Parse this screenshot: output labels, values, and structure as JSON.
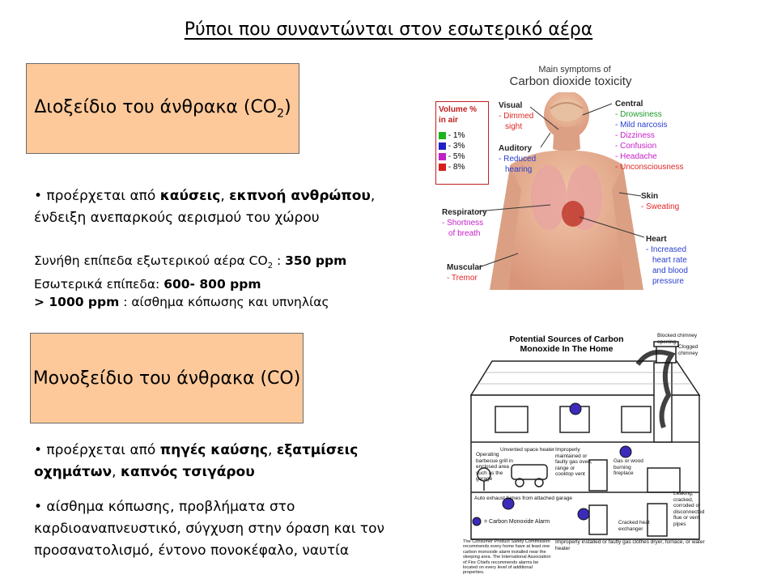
{
  "slide": {
    "title": "Ρύποι που συναντώνται στον εσωτερικό αέρα",
    "co2": {
      "box_label_prefix": "Διοξείδιο του άνθρακα (CO",
      "box_label_sub": "2",
      "box_label_suffix": ")",
      "bullet_prefix": "• προέρχεται από ",
      "bullet_bold1": "καύσεις",
      "bullet_sep": ", ",
      "bullet_bold2": "εκπνοή ανθρώπου",
      "bullet_suffix": ",",
      "bullet_line2": "ένδειξη ανεπαρκούς αερισμού του χώρου",
      "levels_outdoor_label": "Συνήθη επίπεδα εξωτερικού αέρα CO",
      "levels_outdoor_sub": "2",
      "levels_outdoor_colon": " : ",
      "levels_outdoor_value": "350 ppm",
      "levels_indoor_label": "Εσωτερικά επίπεδα: ",
      "levels_indoor_value": "600- 800 ppm",
      "levels_high_value": "> 1000 ppm",
      "levels_high_text": " : αίσθημα κόπωσης και υπνηλίας"
    },
    "co": {
      "box_label": "Μονοξείδιο του άνθρακα (CO)",
      "bullet1_prefix": "• προέρχεται από ",
      "bullet1_bold1": "πηγές καύσης",
      "bullet1_sep1": ", ",
      "bullet1_bold2": "εξατμίσεις",
      "bullet1_bold3": "οχημάτων",
      "bullet1_sep2": ", ",
      "bullet1_bold4": "καπνός τσιγάρου",
      "bullet2_line1": "• αίσθημα κόπωσης, προβλήματα στο",
      "bullet2_line2": "καρδιοαναπνευστικό, σύγχυση στην όραση και τον",
      "bullet2_line3": "προσανατολισμό, έντονο πονοκέφαλο, ναυτία"
    }
  },
  "co2_figure": {
    "header_small": "Main symptoms of",
    "header_large": "Carbon dioxide toxicity",
    "legend_title": "Volume % in air",
    "legend": [
      {
        "label": "- 1%",
        "color": "#1db31d"
      },
      {
        "label": "- 3%",
        "color": "#2020c8"
      },
      {
        "label": "- 5%",
        "color": "#c020c8"
      },
      {
        "label": "- 8%",
        "color": "#d81e1e"
      }
    ],
    "visual": {
      "head": "Visual",
      "items": [
        "- Dimmed",
        "sight"
      ]
    },
    "auditory": {
      "head": "Auditory",
      "items": [
        "- Reduced",
        "hearing"
      ]
    },
    "respiratory": {
      "head": "Respiratory",
      "items": [
        "- Shortness",
        "of breath"
      ]
    },
    "muscular": {
      "head": "Muscular",
      "items": [
        "- Tremor"
      ]
    },
    "central": {
      "head": "Central",
      "items": [
        "- Drowsiness",
        "- Mild narcosis",
        "- Dizziness",
        "- Confusion",
        "- Headache",
        "- Unconsciousness"
      ]
    },
    "skin": {
      "head": "Skin",
      "items": [
        "- Sweating"
      ]
    },
    "heart": {
      "head": "Heart",
      "items": [
        "- Increased",
        "heart rate",
        "and blood",
        "pressure"
      ]
    }
  },
  "co_figure": {
    "title_line1": "Potential Sources of Carbon",
    "title_line2": "Monoxide In The Home",
    "callouts": {
      "blocked_chimney": "Blocked chimney opening",
      "clogged_chimney": "Clogged chimney",
      "space_heater": "Unvented space heater",
      "barbecue": "Operating barbecue grill in enclosed area such as the garage",
      "gas_oven": "Improperly maintained or faulty gas oven, range or cooktop vent",
      "fireplace": "Gas or wood burning fireplace",
      "auto_exhaust": "Auto exhaust fumes from attached garage",
      "alarm_legend": "= Carbon Monoxide Alarm",
      "flue": "Leaking, cracked, corroded or disconnected flue or vent pipes",
      "heat_exchanger": "Cracked heat exchanger",
      "dryer": "Improperly installed or faulty gas clothes dryer, furnace, or water heater",
      "note": "The Consumer Product Safety Commission recommends every home have at least one carbon monoxide alarm installed near the sleeping area. The International Association of Fire Chiefs recommends alarms be located on every level of additional properties."
    }
  }
}
